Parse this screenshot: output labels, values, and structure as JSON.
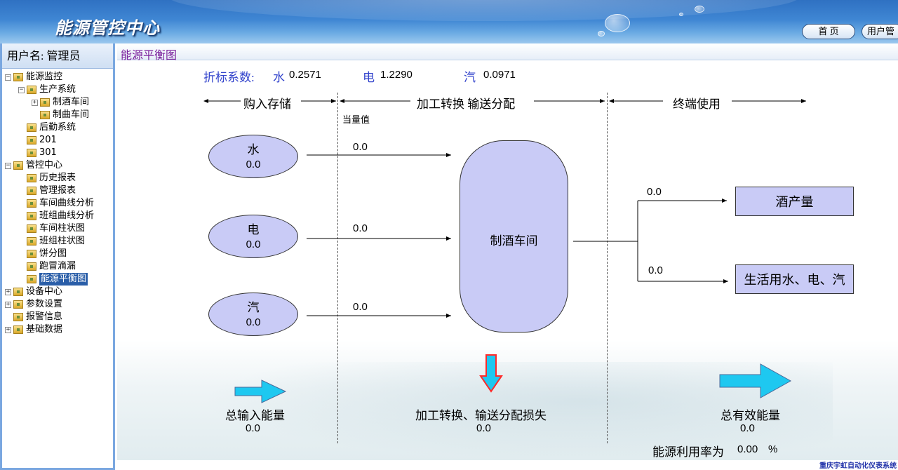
{
  "app": {
    "title": "能源管控中心"
  },
  "top_nav": {
    "home_label": "首 页",
    "user_label": "用户管"
  },
  "sidebar": {
    "user_label": "用户名:",
    "user_name": "管理员",
    "tree": [
      {
        "label": "能源监控",
        "toggle": "−"
      },
      {
        "label": "生产系统",
        "toggle": "−"
      },
      {
        "label": "制酒车间",
        "toggle": "+"
      },
      {
        "label": "制曲车间"
      },
      {
        "label": "后勤系统"
      },
      {
        "label": "201"
      },
      {
        "label": "301"
      },
      {
        "label": "管控中心",
        "toggle": "−"
      },
      {
        "label": "历史报表"
      },
      {
        "label": "管理报表"
      },
      {
        "label": "车间曲线分析"
      },
      {
        "label": "班组曲线分析"
      },
      {
        "label": "车间柱状图"
      },
      {
        "label": "班组柱状图"
      },
      {
        "label": "饼分图"
      },
      {
        "label": "跑冒滴漏"
      },
      {
        "label": "能源平衡图"
      },
      {
        "label": "设备中心",
        "toggle": "+"
      },
      {
        "label": "参数设置",
        "toggle": "+"
      },
      {
        "label": "报警信息"
      },
      {
        "label": "基础数据",
        "toggle": "+"
      }
    ]
  },
  "page": {
    "title": "能源平衡图"
  },
  "coefficients": {
    "label": "折标系数:",
    "water_label": "水",
    "water_value": "0.2571",
    "electric_label": "电",
    "electric_value": "1.2290",
    "steam_label": "汽",
    "steam_value": "0.0971"
  },
  "phases": {
    "purchase": "购入存储",
    "processing": "加工转换   输送分配",
    "terminal": "终端使用",
    "equivalent": "当量值"
  },
  "inputs": [
    {
      "name": "水",
      "value": "0.0",
      "flow": "0.0"
    },
    {
      "name": "电",
      "value": "0.0",
      "flow": "0.0"
    },
    {
      "name": "汽",
      "value": "0.0",
      "flow": "0.0"
    }
  ],
  "workshop": {
    "label": "制酒车间"
  },
  "outputs": [
    {
      "label": "酒产量",
      "flow": "0.0"
    },
    {
      "label": "生活用水、电、汽",
      "flow": "0.0"
    }
  ],
  "summary": {
    "total_input_label": "总输入能量",
    "total_input_value": "0.0",
    "loss_label": "加工转换、输送分配损失",
    "loss_value": "0.0",
    "effective_label": "总有效能量",
    "effective_value": "0.0",
    "utilization_label": "能源利用率为",
    "utilization_value": "0.00",
    "utilization_unit": "%"
  },
  "footer": {
    "company": "重庆宇虹自动化仪表系统"
  },
  "colors": {
    "accent": "#7a1f9b",
    "shape_fill": "#c9cbf6",
    "arrow_cyan": "#1ec8f0",
    "arrow_red": "#ff2a2a"
  }
}
